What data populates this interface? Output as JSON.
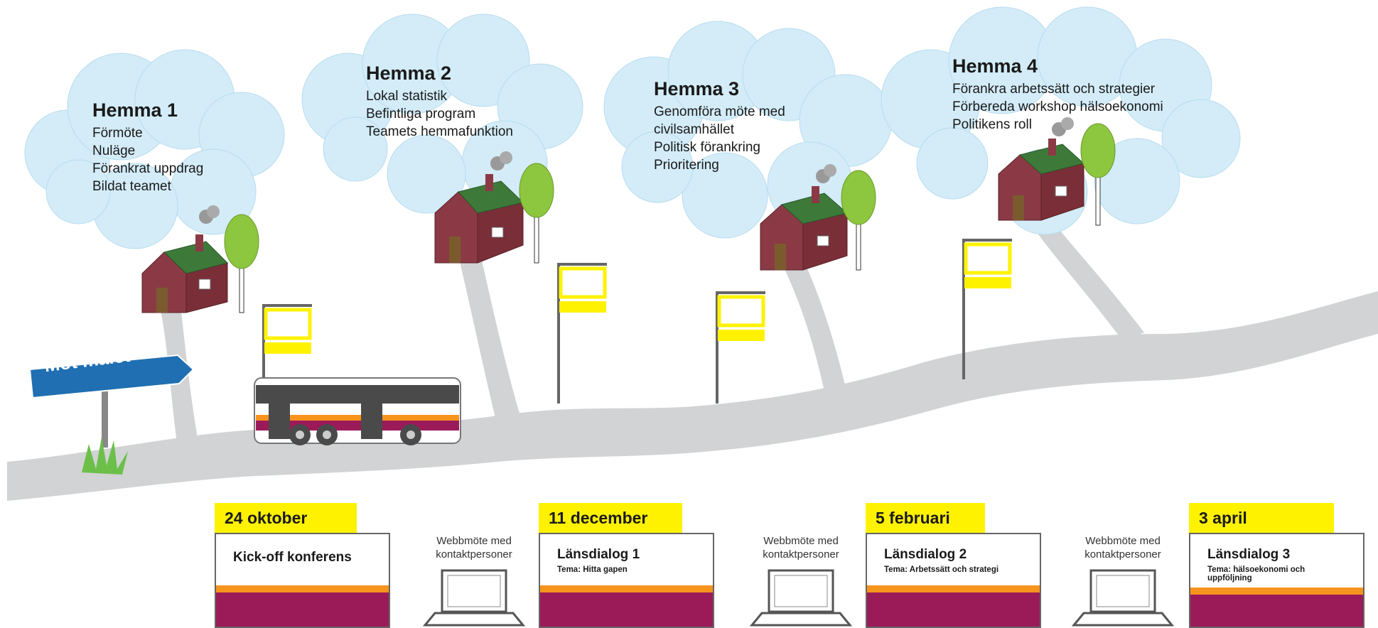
{
  "homes": [
    {
      "title": "Hemma 1",
      "items": [
        "Förmöte",
        "Nuläge",
        "Förankrat uppdrag",
        "Bildat teamet"
      ]
    },
    {
      "title": "Hemma 2",
      "items": [
        "Lokal statistik",
        "Befintliga program",
        "Teamets hemmafunktion"
      ]
    },
    {
      "title": "Hemma 3",
      "items": [
        "Genomföra möte med civilsamhället",
        "Politisk förankring",
        "Prioritering"
      ]
    },
    {
      "title": "Hemma 4",
      "items": [
        "Förankra arbetssätt och strategier",
        "Förbereda workshop hälsoekonomi",
        "Politikens roll"
      ]
    }
  ],
  "sign": {
    "label": "Mot målet"
  },
  "events": [
    {
      "date": "24 oktober",
      "title": "Kick-off konferens",
      "subtitle": ""
    },
    {
      "date": "11 december",
      "title": "Länsdialog 1",
      "subtitle": "Tema: Hitta gapen"
    },
    {
      "date": "5 februari",
      "title": "Länsdialog 2",
      "subtitle": "Tema: Arbetssätt och strategi"
    },
    {
      "date": "3 april",
      "title": "Länsdialog 3",
      "subtitle": "Tema: hälsoekonomi och uppföljning"
    }
  ],
  "webmeetings": [
    {
      "line1": "Webbmöte med",
      "line2": "kontaktpersoner"
    },
    {
      "line1": "Webbmöte med",
      "line2": "kontaktpersoner"
    },
    {
      "line1": "Webbmöte med",
      "line2": "kontaktpersoner"
    }
  ],
  "colors": {
    "road": "#d1d3d4",
    "cloud": "#d3ecf8",
    "house": "#8b3a45",
    "roof": "#3d7a3a",
    "tree": "#8dc63f",
    "sign": "#1f6fb2",
    "yellow": "#fff200",
    "orange": "#f7941d",
    "magenta": "#9b1b59",
    "bus_dark": "#4a4a4a"
  }
}
